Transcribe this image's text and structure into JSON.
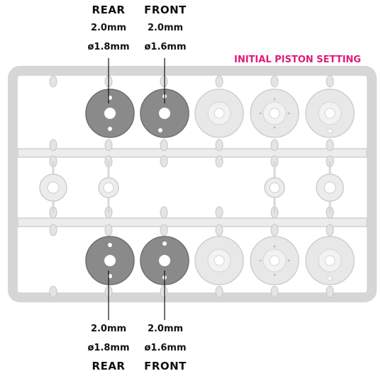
{
  "labels": {
    "top_rear_title": "REAR",
    "top_rear_size": "2.0mm",
    "top_rear_hole": "ø1.8mm",
    "top_front_title": "FRONT",
    "top_front_size": "2.0mm",
    "top_front_hole": "ø1.6mm",
    "bottom_rear_size": "2.0mm",
    "bottom_rear_hole": "ø1.8mm",
    "bottom_rear_title": "REAR",
    "bottom_front_size": "2.0mm",
    "bottom_front_hole": "ø1.6mm",
    "bottom_front_title": "FRONT",
    "initial_setting": "INITIAL PISTON SETTING"
  },
  "colors": {
    "accent": "#e0197d",
    "sprue": "#e9e9e9",
    "sprue_edge": "#cfcfcf",
    "active_piston": "#8a8a8a",
    "inactive_piston": "#e6e6e6"
  }
}
